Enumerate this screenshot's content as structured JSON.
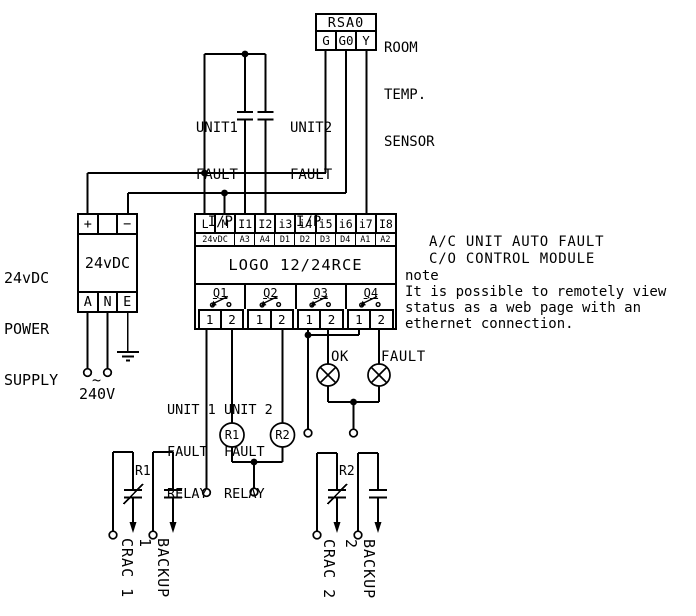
{
  "sensor": {
    "title": "RSA0",
    "terminals": [
      "G",
      "G0",
      "Y"
    ],
    "label_lines": [
      "ROOM",
      "TEMP.",
      "SENSOR"
    ]
  },
  "inputs": {
    "unit1_lines": [
      "UNIT1",
      "FAULT",
      "I/P"
    ],
    "unit2_lines": [
      "UNIT2",
      "FAULT",
      "I/P"
    ]
  },
  "psu": {
    "label_lines": [
      "24vDC",
      "POWER",
      "SUPPLY"
    ],
    "terminals_top": [
      "+",
      "",
      "−"
    ],
    "body": "24vDC",
    "terminals_bottom": [
      "A",
      "N",
      "E"
    ],
    "mains_symbol": "~",
    "mains_voltage": "240V"
  },
  "module": {
    "terminals": [
      "L",
      "M",
      "I1",
      "I2",
      "i3",
      "i4",
      "i5",
      "i6",
      "i7",
      "I8"
    ],
    "sub_terminals": [
      "24vDC",
      "A3",
      "A4",
      "D1",
      "D2",
      "D3",
      "D4",
      "A1",
      "A2"
    ],
    "name": "LOGO 12/24RCE",
    "outputs": [
      "Q1",
      "Q2",
      "Q3",
      "Q4"
    ],
    "output_terminals": [
      "1",
      "2"
    ]
  },
  "annotations": {
    "title_line1": "A/C UNIT AUTO FAULT",
    "title_line2": "C/O CONTROL MODULE",
    "note_label": "note",
    "note_lines": [
      "It is possible to remotely view",
      "status as a web page with an",
      "ethernet connection."
    ]
  },
  "relays": {
    "unit1_lines": [
      "UNIT 1",
      "FAULT",
      "RELAY"
    ],
    "unit2_lines": [
      "UNIT 2",
      "FAULT",
      "RELAY"
    ],
    "coil1": "R1",
    "coil2": "R2"
  },
  "lamps": {
    "ok": "OK",
    "fault": "FAULT"
  },
  "branches": {
    "r1": "R1",
    "crac1": "CRAC 1",
    "backup1": "BACKUP 1",
    "r2": "R2",
    "crac2": "CRAC 2",
    "backup2": "BACKUP 2"
  },
  "colors": {
    "line": "#000000",
    "background": "#ffffff"
  }
}
